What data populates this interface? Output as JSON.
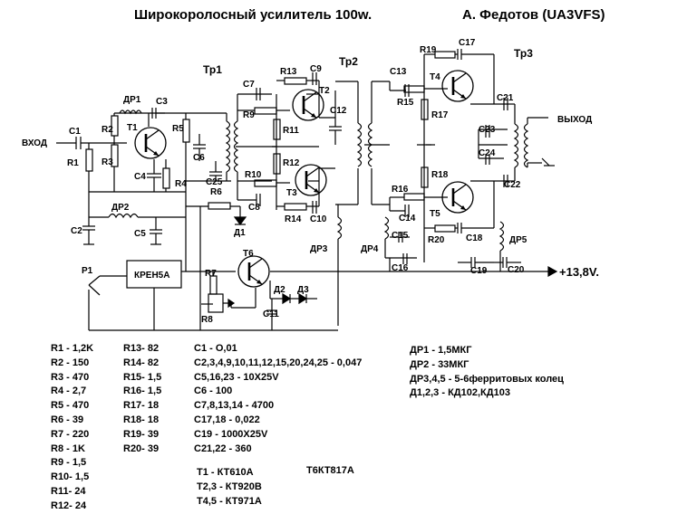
{
  "header": {
    "title": "Широкоролосный  усилитель  100w.",
    "author": "А. Федотов (UA3VFS)"
  },
  "schematic": {
    "labels": {
      "tr1": "Тр1",
      "tr2": "Тр2",
      "tr3": "Тр3",
      "input": "ВХОД",
      "output": "ВЫХОД",
      "supply": "+13,8V.",
      "ic": "КРЕН5А",
      "p1": "Р1",
      "c1": "С1",
      "c2": "С2",
      "c3": "С3",
      "c4": "С4",
      "c5": "С5",
      "c6": "С6",
      "c7": "С7",
      "c8": "С8",
      "c9": "С9",
      "c10": "С10",
      "c11": "С11",
      "c12": "С12",
      "c13": "С13",
      "c14": "С14",
      "c15": "С15",
      "c16": "С16",
      "c17": "С17",
      "c18": "С18",
      "c19": "С19",
      "c20": "С20",
      "c21": "С21",
      "c22": "С22",
      "c23": "С23",
      "c24": "С24",
      "c25": "С25",
      "r1": "R1",
      "r2": "R2",
      "r3": "R3",
      "r4": "R4",
      "r5": "R5",
      "r6": "R6",
      "r7": "R7",
      "r8": "R8",
      "r9": "R9",
      "r10": "R10",
      "r11": "R11",
      "r12": "R12",
      "r13": "R13",
      "r14": "R14",
      "r15": "R15",
      "r16": "R16",
      "r17": "R17",
      "r18": "R18",
      "r19": "R19",
      "r20": "R20",
      "t1": "T1",
      "t2": "T2",
      "t3": "T3",
      "t4": "T4",
      "t5": "T5",
      "t6": "T6",
      "dr1": "ДР1",
      "dr2": "ДР2",
      "dr3": "ДР3",
      "dr4": "ДР4",
      "dr5": "ДР5",
      "d1": "Д1",
      "d2": "Д2",
      "d3": "Д3"
    }
  },
  "legend": {
    "resistors_1": [
      "R1 - 1,2K",
      "R2 - 150",
      "R3 - 470",
      "R4 - 2,7",
      "R5 - 470",
      "R6 - 39",
      "R7 - 220",
      "R8 - 1K",
      "R9 - 1,5",
      "R10- 1,5",
      "R11- 24",
      "R12- 24"
    ],
    "resistors_2": [
      "R13- 82",
      "R14- 82",
      "R15- 1,5",
      "R16- 1,5",
      "R17- 18",
      "R18- 18",
      "R19- 39",
      "R20- 39"
    ],
    "capacitors": [
      "С1 - О,01",
      "С2,3,4,9,10,11,12,15,20,24,25 - 0,047",
      "С5,16,23 - 10Х25V",
      "С6 - 100",
      "С7,8,13,14 - 4700",
      "С17,18 - 0,022",
      "С19 - 1000Х25V",
      "С21,22 - 360"
    ],
    "transistors": [
      "Т1 - КТ610А",
      "Т2,3 - КТ920В",
      "Т4,5 - КТ971А"
    ],
    "t6": "Т6КТ817А",
    "chokes_diodes": [
      "ДР1 - 1,5МКГ",
      "ДР2 - 33МКГ",
      "ДР3,4,5 - 5-6ферритовых колец",
      "Д1,2,3 - КД102,КД103"
    ]
  }
}
